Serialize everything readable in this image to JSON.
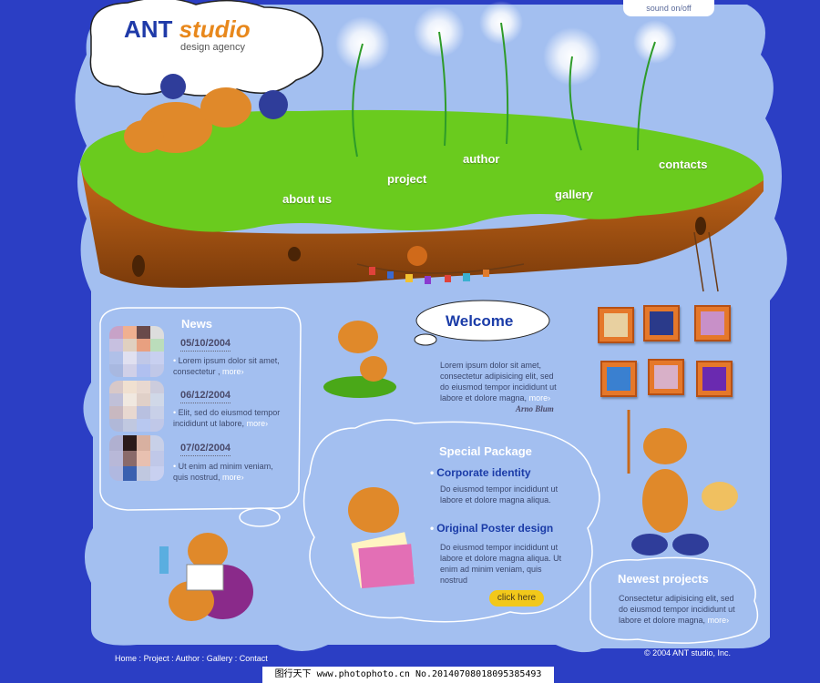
{
  "brand": {
    "name_part1": "ANT",
    "name_part2": "studio",
    "tagline": "design agency"
  },
  "sound_toggle": "sound on/off",
  "nav": {
    "about": "about us",
    "project": "project",
    "author": "author",
    "gallery": "gallery",
    "contacts": "contacts"
  },
  "news": {
    "title": "News",
    "items": [
      {
        "date": "05/10/2004",
        "text": "Lorem ipsum dolor sit amet, consectetur ,",
        "more": "more"
      },
      {
        "date": "06/12/2004",
        "text": "Elit, sed do eiusmod tempor incididunt ut labore,",
        "more": "more"
      },
      {
        "date": "07/02/2004",
        "text": "Ut enim ad minim veniam, quis nostrud,",
        "more": "more"
      }
    ]
  },
  "welcome": {
    "title": "Welcome",
    "text": "Lorem ipsum dolor sit amet, consectetur adipisicing elit, sed do eiusmod tempor incididunt ut labore et dolore magna,",
    "more": "more",
    "author": "Arno Blum"
  },
  "special": {
    "title": "Special Package",
    "items": [
      {
        "heading": "Corporate identity",
        "text": "Do eiusmod tempor incididunt ut labore et dolore magna aliqua."
      },
      {
        "heading": "Original Poster design",
        "text": "Do eiusmod tempor incididunt ut labore et dolore magna aliqua. Ut enim ad minim veniam, quis nostrud"
      }
    ],
    "button": "click here"
  },
  "projects": {
    "title": "Newest projects",
    "text": "Consectetur adipisicing elit, sed do eiusmod tempor incididunt ut labore et dolore magna,",
    "more": "more"
  },
  "footer": {
    "links": [
      "Home",
      "Project",
      "Author",
      "Gallery",
      "Contact"
    ],
    "separator": ":",
    "copyright": "© 2004 ANT studio, Inc."
  },
  "watermark": "图行天下 www.photophoto.cn  No.20140708018095385493",
  "colors": {
    "background": "#2b3ec4",
    "panel": "#a3bff0",
    "grass": "#6acb1e",
    "soil": "#a35412",
    "accent": "#e8881c",
    "link_blue": "#1b3ca8"
  }
}
